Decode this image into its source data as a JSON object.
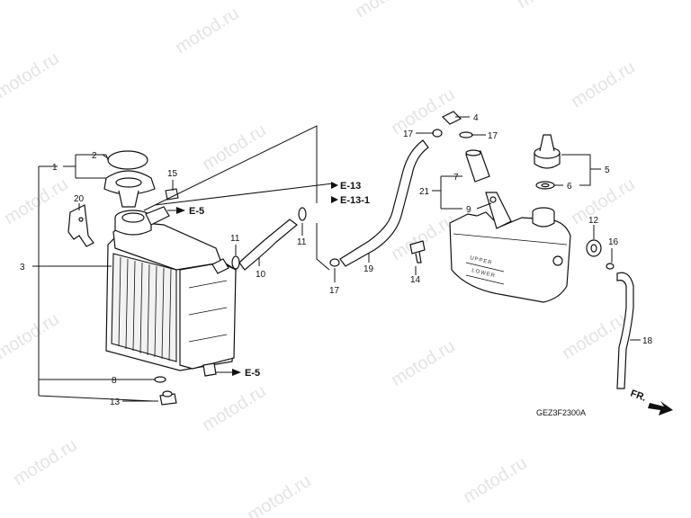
{
  "watermark": "motod.ru",
  "callouts": {
    "c1": "1",
    "c2": "2",
    "c3": "3",
    "c4": "4",
    "c5": "5",
    "c6": "6",
    "c7": "7",
    "c8": "8",
    "c9": "9",
    "c10": "10",
    "c11a": "11",
    "c11b": "11",
    "c12": "12",
    "c13": "13",
    "c14": "14",
    "c15": "15",
    "c16": "16",
    "c17a": "17",
    "c17b": "17",
    "c17c": "17",
    "c18": "18",
    "c19": "19",
    "c20": "20",
    "c21": "21"
  },
  "refs": {
    "e5_top": "E-5",
    "e5_bottom": "E-5",
    "e13": "E-13",
    "e131": "E-13-1"
  },
  "tank_embossed": {
    "upper": "UPPER",
    "lower": "LOWER"
  },
  "front_marker": "FR.",
  "diagram_code": "GEZ3F2300A"
}
